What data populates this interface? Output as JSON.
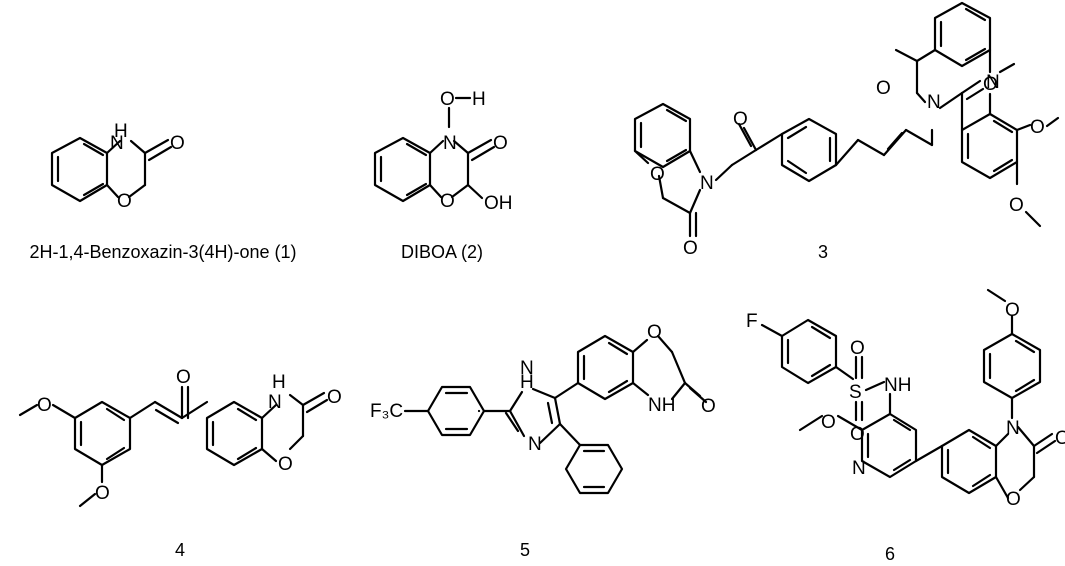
{
  "captions": {
    "c1": "2H-1,4-Benzoxazin-3(4H)-one (1)",
    "c2": "DIBOA (2)",
    "c3": "3",
    "c4": "4",
    "c5": "5",
    "c6": "6"
  },
  "atoms": {
    "nh": "NH",
    "h": "H",
    "n": "N",
    "o": "O",
    "oh": "OH",
    "f": "F",
    "s": "S",
    "cf3": "F₃C"
  }
}
